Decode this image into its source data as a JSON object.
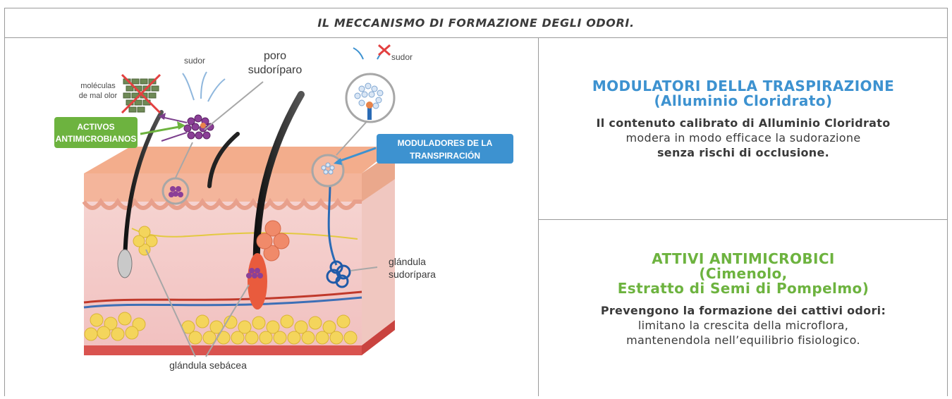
{
  "header": {
    "title": "IL MECCANISMO DI FORMAZIONE DEGLI ODORI."
  },
  "diagram": {
    "labels": {
      "sudor_left": "sudor",
      "sudor_right": "sudor",
      "poro_line1": "poro",
      "poro_line2": "sudoríparo",
      "moleculas_line1": "moléculas",
      "moleculas_line2": "de mal olor",
      "activos_line1": "ACTIVOS",
      "activos_line2": "ANTIMICROBIANOS",
      "moduladores_line1": "MODULADORES DE LA",
      "moduladores_line2": "TRANSPIRACIÓN",
      "sudoripara_line1": "glándula",
      "sudoripara_line2": "sudorípara",
      "sebacea": "glándula sebácea"
    },
    "colors": {
      "green": "#6db33f",
      "blue": "#3d92d0",
      "purple": "#7b3f8c",
      "skin": "#f2b79a"
    }
  },
  "right": {
    "section1": {
      "title_line1": "MODULATORI DELLA TRASPIRAZIONE",
      "title_line2": "(Alluminio Cloridrato)",
      "body_bold1": "Il contenuto calibrato di Alluminio Cloridrato",
      "body_regular": "modera in modo efficace la sudorazione",
      "body_bold2": "senza rischi di occlusione."
    },
    "section2": {
      "title_line1": "ATTIVI ANTIMICROBICI",
      "title_line2": "(Cimenolo,",
      "title_line3": "Estratto di Semi di Pompelmo)",
      "body_bold": "Prevengono la formazione dei cattivi odori:",
      "body_line1": "limitano la crescita della microflora,",
      "body_line2": "mantenendola nell’equilibrio fisiologico."
    }
  }
}
